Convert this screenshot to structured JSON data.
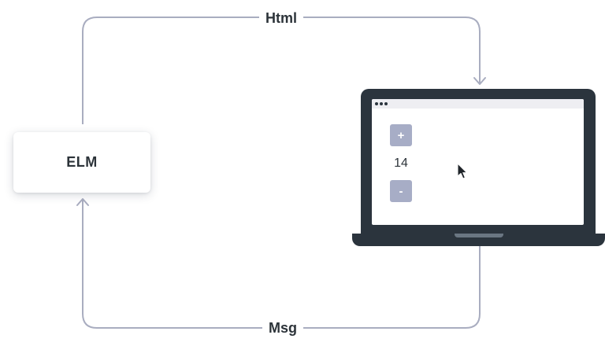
{
  "diagram": {
    "top_edge_label": "Html",
    "bottom_edge_label": "Msg",
    "node_label": "ELM"
  },
  "laptop": {
    "screen": {
      "titlebar_dots": 3,
      "increment_label": "+",
      "count_value": "14",
      "decrement_label": "-"
    }
  },
  "colors": {
    "arrow": "#a9adc0",
    "text": "#2c3339",
    "laptop_body": "#2b343d",
    "button": "#a7adc6"
  },
  "icons": {
    "cursor": "mouse-pointer-icon"
  }
}
